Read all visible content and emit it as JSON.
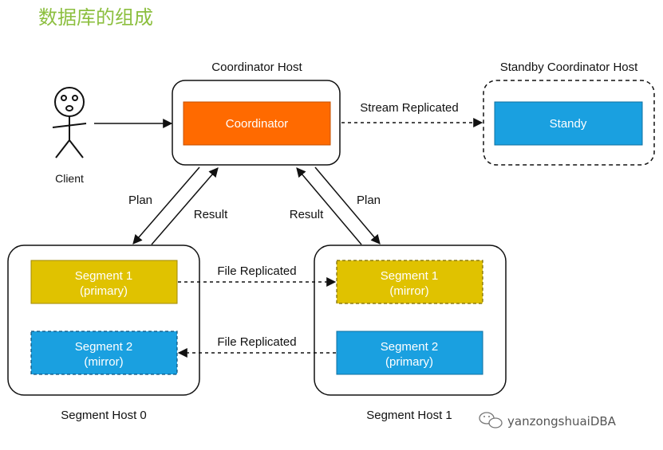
{
  "title": "数据库的组成",
  "client": {
    "label": "Client"
  },
  "hosts": {
    "coordinator_host": "Coordinator Host",
    "standby_host": "Standby Coordinator Host",
    "segment_host_0": "Segment Host 0",
    "segment_host_1": "Segment Host 1"
  },
  "boxes": {
    "coordinator": "Coordinator",
    "standby": "Standy",
    "seg0_primary": {
      "line1": "Segment 1",
      "line2": "(primary)"
    },
    "seg0_mirror": {
      "line1": "Segment 2",
      "line2": "(mirror)"
    },
    "seg1_mirror": {
      "line1": "Segment 1",
      "line2": "(mirror)"
    },
    "seg1_primary": {
      "line1": "Segment 2",
      "line2": "(primary)"
    }
  },
  "edges": {
    "stream_replicated": "Stream Replicated",
    "plan_left": "Plan",
    "result_left": "Result",
    "result_right": "Result",
    "plan_right": "Plan",
    "file_replicated_top": "File Replicated",
    "file_replicated_bottom": "File Replicated"
  },
  "watermark": "yanzongshuaiDBA",
  "colors": {
    "coordinator": "#ff6a00",
    "standby": "#1aa0e0",
    "segment_yellow": "#e0c200",
    "segment_blue": "#1aa0e0",
    "title": "#8cbf3f"
  }
}
